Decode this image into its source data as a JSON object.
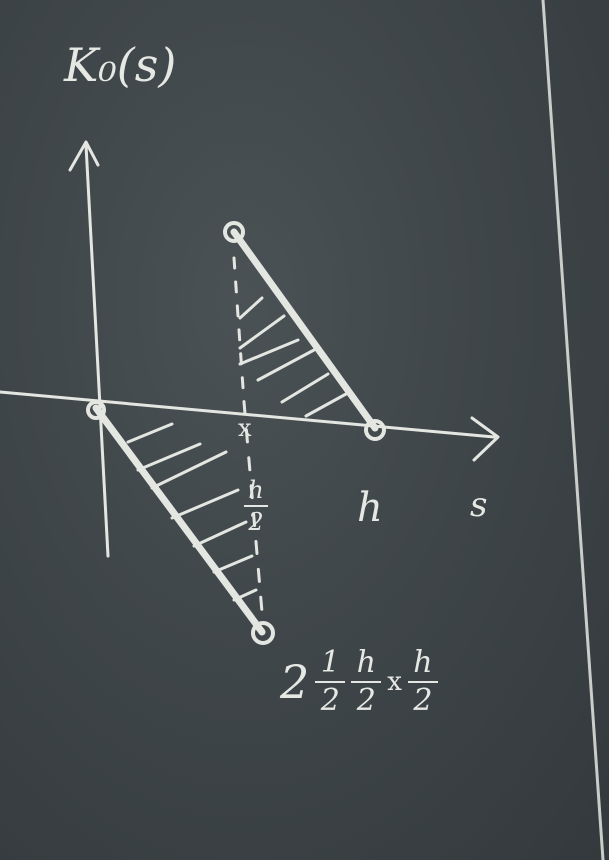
{
  "board": {
    "y_axis_label": "K₀(s)",
    "x_axis_label": "s",
    "upper_triangle_base_label": "h",
    "midpoint_mark": "x",
    "midpoint_fraction": {
      "numerator": "h",
      "denominator": "2"
    },
    "formula": {
      "coefficient": "2",
      "fraction_1": {
        "numerator": "1",
        "denominator": "2"
      },
      "fraction_2": {
        "numerator": "h",
        "denominator": "2"
      },
      "times": "x",
      "fraction_3": {
        "numerator": "h",
        "denominator": "2"
      }
    }
  },
  "colors": {
    "chalkboard": "#3f4649",
    "chalk": "#e4e6e2"
  }
}
